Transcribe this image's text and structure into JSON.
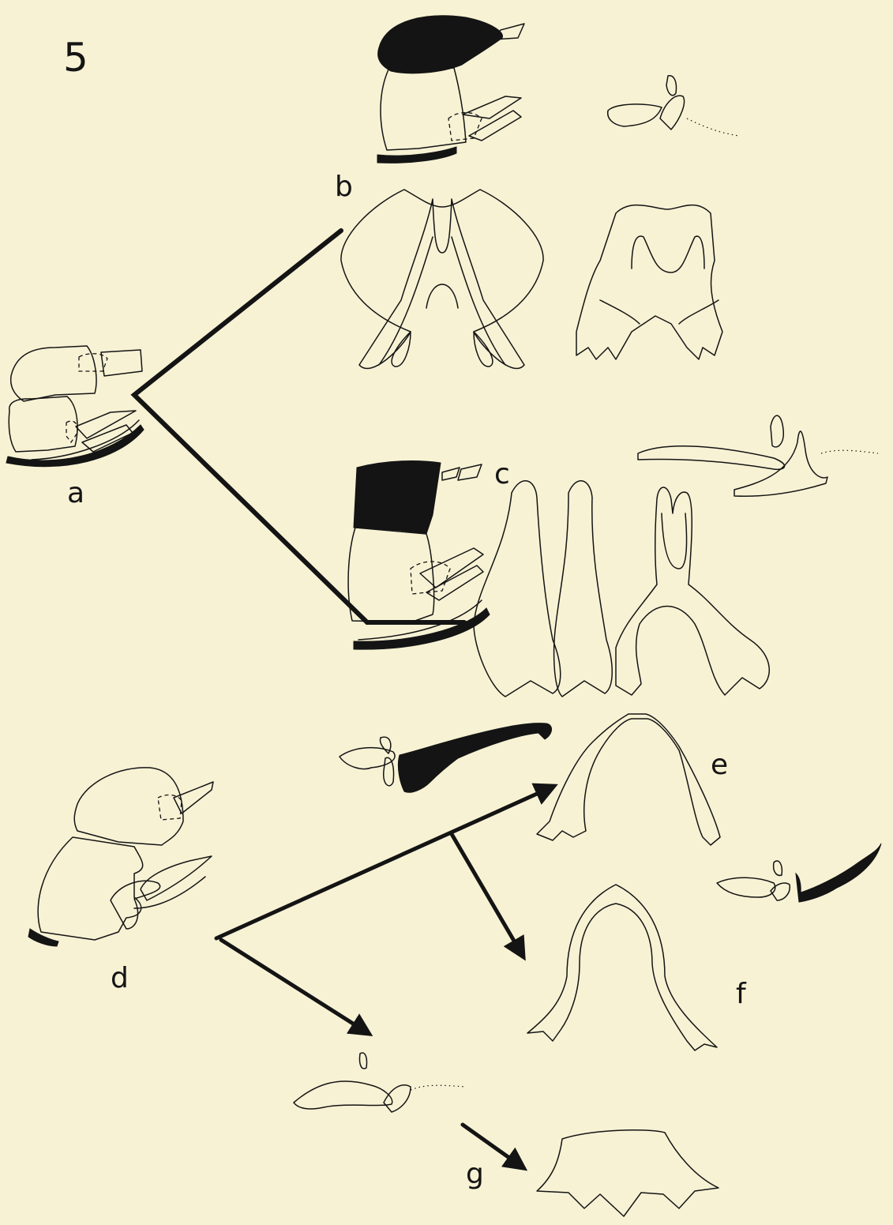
{
  "plate_number": "5",
  "labels": {
    "a": "a",
    "b": "b",
    "c": "c",
    "d": "d",
    "e": "e",
    "f": "f",
    "g": "g"
  },
  "colors": {
    "background": "#f7f2d4",
    "ink": "#141414"
  }
}
